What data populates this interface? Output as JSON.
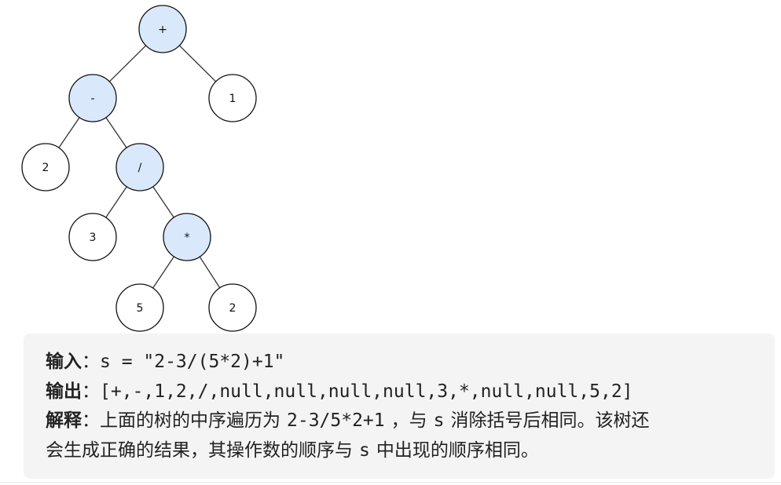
{
  "tree": {
    "nodes": [
      {
        "id": "plus",
        "label": "+",
        "op": true
      },
      {
        "id": "minus",
        "label": "-",
        "op": true
      },
      {
        "id": "one",
        "label": "1",
        "op": false
      },
      {
        "id": "two_left",
        "label": "2",
        "op": false
      },
      {
        "id": "divide",
        "label": "/",
        "op": true
      },
      {
        "id": "three",
        "label": "3",
        "op": false
      },
      {
        "id": "times",
        "label": "*",
        "op": true
      },
      {
        "id": "five",
        "label": "5",
        "op": false
      },
      {
        "id": "two_right",
        "label": "2",
        "op": false
      }
    ],
    "edges": [
      [
        "plus",
        "minus"
      ],
      [
        "plus",
        "one"
      ],
      [
        "minus",
        "two_left"
      ],
      [
        "minus",
        "divide"
      ],
      [
        "divide",
        "three"
      ],
      [
        "divide",
        "times"
      ],
      [
        "times",
        "five"
      ],
      [
        "times",
        "two_right"
      ]
    ],
    "colors": {
      "operator_fill": "#dae8fc",
      "operand_fill": "#ffffff",
      "stroke": "#111111"
    }
  },
  "example": {
    "input_label": "输入",
    "input_value": "s = \"2-3/(5*2)+1\"",
    "output_label": "输出",
    "output_value": "[+,-,1,2,/,null,null,null,null,3,*,null,null,5,2]",
    "explain_label": "解释",
    "explain_part1": "上面的树的中序遍历为",
    "explain_code1": "2-3/5*2+1",
    "explain_part2": "，与",
    "explain_code2": "s",
    "explain_part3": "消除括号后相同。该树还",
    "explain_line2_part1": "会生成正确的结果，其操作数的顺序与",
    "explain_line2_code": "s",
    "explain_line2_part2": "中出现的顺序相同。",
    "colon": "："
  }
}
